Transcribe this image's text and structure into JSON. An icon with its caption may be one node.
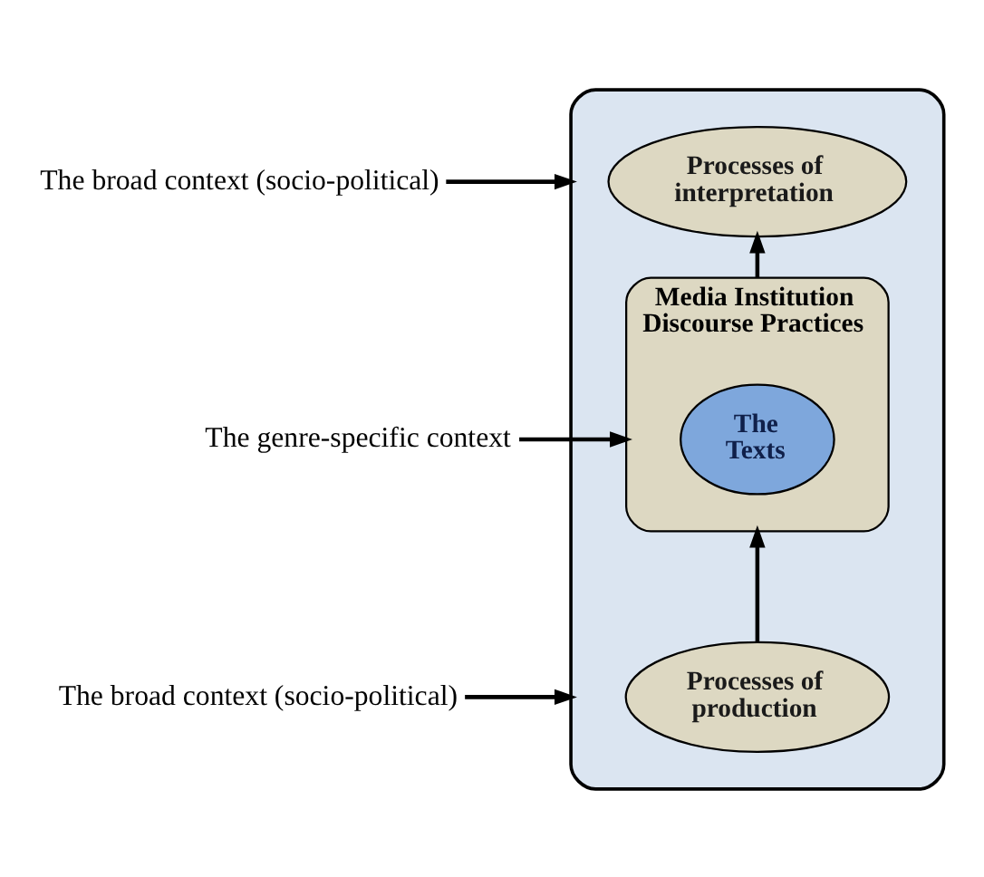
{
  "diagram": {
    "nodes": [
      {
        "text": [
          "The broad context (socio-political)"
        ]
      },
      {
        "text": [
          "The genre-specific context"
        ]
      },
      {
        "text": [
          "The broad context (socio-political)"
        ]
      },
      {
        "text": [],
        "shape": "box"
      },
      {
        "text": [
          "Processes of interpretation"
        ],
        "in": 3
      },
      {
        "text": [
          "Media Institution",
          "Discourse Practices"
        ],
        "in": 3
      },
      {
        "text": [
          "The Texts"
        ],
        "in": 5
      },
      {
        "text": [
          "Processes of production"
        ],
        "in": 3
      }
    ],
    "edges": [
      {
        "from": 0,
        "to": 3,
        "arrow": "to"
      },
      {
        "from": 1,
        "to": 5,
        "arrow": "to"
      },
      {
        "from": 2,
        "to": 3,
        "arrow": "to"
      },
      {
        "from": 7,
        "to": 5,
        "arrow": "to"
      },
      {
        "from": 5,
        "to": 4,
        "arrow": "to"
      }
    ]
  }
}
